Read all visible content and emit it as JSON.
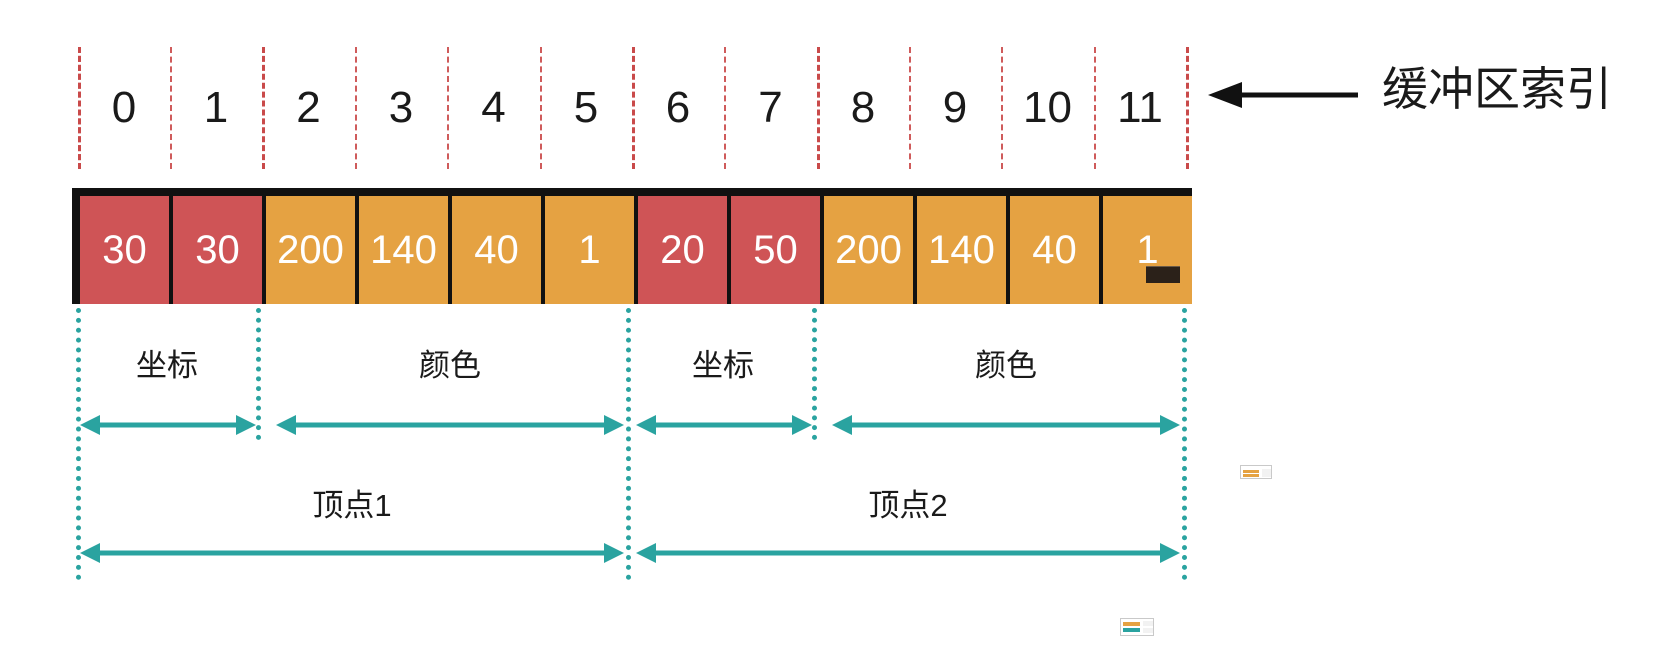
{
  "diagram": {
    "title_label": "缓冲区索引",
    "callout_icon": "left-arrow-icon",
    "index_header": {
      "labels": [
        "0",
        "1",
        "2",
        "3",
        "4",
        "5",
        "6",
        "7",
        "8",
        "9",
        "10",
        "11"
      ],
      "separator_color": "#cf5b5b",
      "major_separator_indices": [
        0,
        2,
        6,
        8,
        12
      ]
    },
    "buffer": {
      "cells": [
        {
          "index": 0,
          "value": "30",
          "kind": "coord"
        },
        {
          "index": 1,
          "value": "30",
          "kind": "coord"
        },
        {
          "index": 2,
          "value": "200",
          "kind": "color"
        },
        {
          "index": 3,
          "value": "140",
          "kind": "color"
        },
        {
          "index": 4,
          "value": "40",
          "kind": "color"
        },
        {
          "index": 5,
          "value": "1",
          "kind": "color"
        },
        {
          "index": 6,
          "value": "20",
          "kind": "coord"
        },
        {
          "index": 7,
          "value": "50",
          "kind": "coord"
        },
        {
          "index": 8,
          "value": "200",
          "kind": "color"
        },
        {
          "index": 9,
          "value": "140",
          "kind": "color"
        },
        {
          "index": 10,
          "value": "40",
          "kind": "color"
        },
        {
          "index": 11,
          "value": "1",
          "kind": "color"
        }
      ],
      "coord_color": "#cf5456",
      "color_color": "#e5a242",
      "border_color": "#111111",
      "text_color": "#ffffff"
    },
    "attribute_spans": [
      {
        "label": "坐标",
        "start_index": 0,
        "end_index": 2
      },
      {
        "label": "颜色",
        "start_index": 2,
        "end_index": 6
      },
      {
        "label": "坐标",
        "start_index": 6,
        "end_index": 8
      },
      {
        "label": "颜色",
        "start_index": 8,
        "end_index": 12
      }
    ],
    "vertex_spans": [
      {
        "label": "顶点1",
        "start_index": 0,
        "end_index": 6
      },
      {
        "label": "顶点2",
        "start_index": 6,
        "end_index": 12
      }
    ],
    "accent_color": "#2aa3a0"
  }
}
